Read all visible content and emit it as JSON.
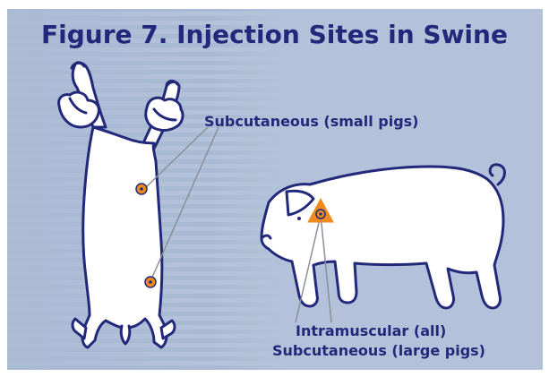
{
  "figure": {
    "title": "Figure 7. Injection Sites in Swine",
    "labels": {
      "subcutaneous_small": "Subcutaneous (small pigs)",
      "intramuscular_all": "Intramuscular (all)",
      "subcutaneous_large": "Subcutaneous (large pigs)"
    },
    "colors": {
      "title": "#23297a",
      "background": "#b3c2da",
      "outline": "#23297a",
      "injection_dot": "#f08a1c",
      "triangle": "#f08a1c",
      "leader_line": "#8a8f99"
    }
  }
}
